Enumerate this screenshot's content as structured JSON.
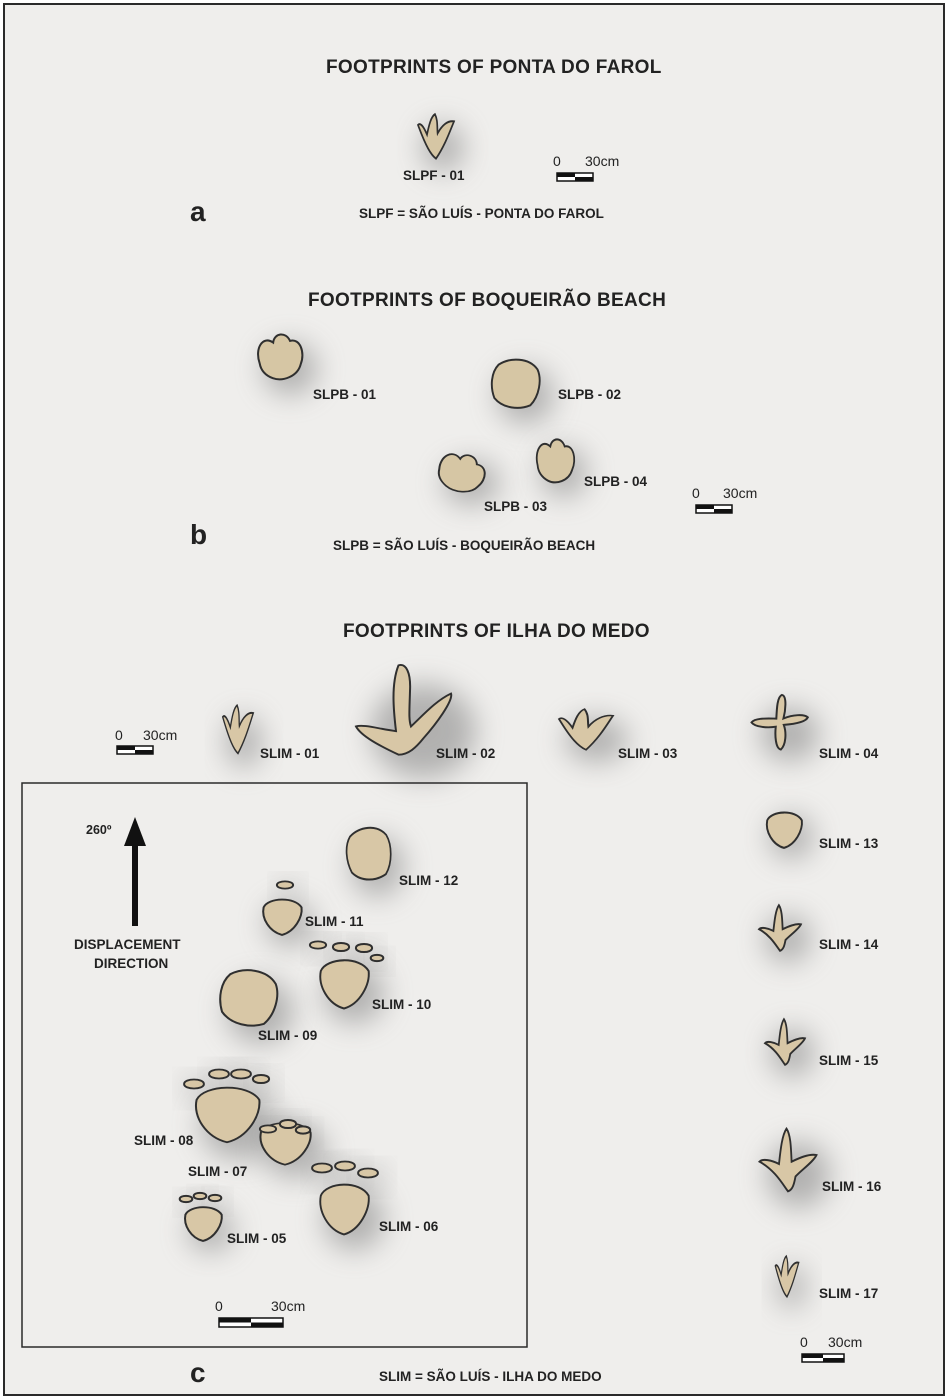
{
  "section_a": {
    "title": "FOOTPRINTS OF PONTA DO FAROL",
    "letter": "a",
    "legend": "SLPF = SÃO LUÍS - PONTA DO FAROL",
    "labels": [
      "SLPF - 01"
    ],
    "scale": {
      "zero": "0",
      "value": "30cm"
    }
  },
  "section_b": {
    "title": "FOOTPRINTS OF BOQUEIRÃO BEACH",
    "letter": "b",
    "legend": "SLPB = SÃO LUÍS - BOQUEIRÃO BEACH",
    "labels": [
      "SLPB - 01",
      "SLPB - 02",
      "SLPB - 03",
      "SLPB - 04"
    ],
    "scale": {
      "zero": "0",
      "value": "30cm"
    }
  },
  "section_c": {
    "title": "FOOTPRINTS OF ILHA DO MEDO",
    "letter": "c",
    "legend": "SLIM = SÃO LUÍS - ILHA DO MEDO",
    "labels": [
      "SLIM - 01",
      "SLIM - 02",
      "SLIM - 03",
      "SLIM - 04",
      "SLIM - 05",
      "SLIM - 06",
      "SLIM - 07",
      "SLIM - 08",
      "SLIM - 09",
      "SLIM - 10",
      "SLIM - 11",
      "SLIM - 12",
      "SLIM - 13",
      "SLIM - 14",
      "SLIM - 15",
      "SLIM - 16",
      "SLIM - 17"
    ],
    "direction": {
      "bearing": "260º",
      "line1": "DISPLACEMENT",
      "line2": "DIRECTION"
    },
    "scale_top": {
      "zero": "0",
      "value": "30cm"
    },
    "scale_box": {
      "zero": "0",
      "value": "30cm"
    },
    "scale_right": {
      "zero": "0",
      "value": "30cm"
    }
  },
  "colors": {
    "background": "#efeeec",
    "footprint_fill": "#d8c7a6",
    "outline": "#3a3a3a",
    "shadow": "#8a8a8a"
  }
}
